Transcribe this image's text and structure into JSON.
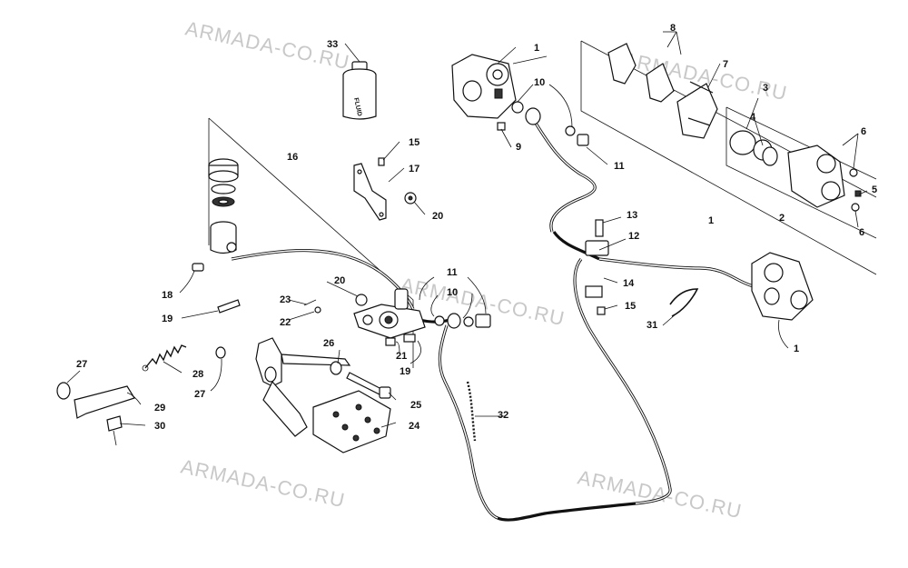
{
  "watermark": "ARMADA-CO.RU",
  "fluid_label": "FLUID",
  "callouts": {
    "c1a": "1",
    "c1b": "1",
    "c1c": "1",
    "c2": "2",
    "c3": "3",
    "c4": "4",
    "c5": "5",
    "c6a": "6",
    "c6b": "6",
    "c7": "7",
    "c8": "8",
    "c9": "9",
    "c10a": "10",
    "c10b": "10",
    "c11a": "11",
    "c11b": "11",
    "c12": "12",
    "c13": "13",
    "c14": "14",
    "c15a": "15",
    "c15b": "15",
    "c16": "16",
    "c17": "17",
    "c18": "18",
    "c19a": "19",
    "c19b": "19",
    "c20a": "20",
    "c20b": "20",
    "c21": "21",
    "c22": "22",
    "c23": "23",
    "c24": "24",
    "c25": "25",
    "c26": "26",
    "c27a": "27",
    "c27b": "27",
    "c28": "28",
    "c29": "29",
    "c30": "30",
    "c31": "31",
    "c32": "32",
    "c33": "33"
  }
}
